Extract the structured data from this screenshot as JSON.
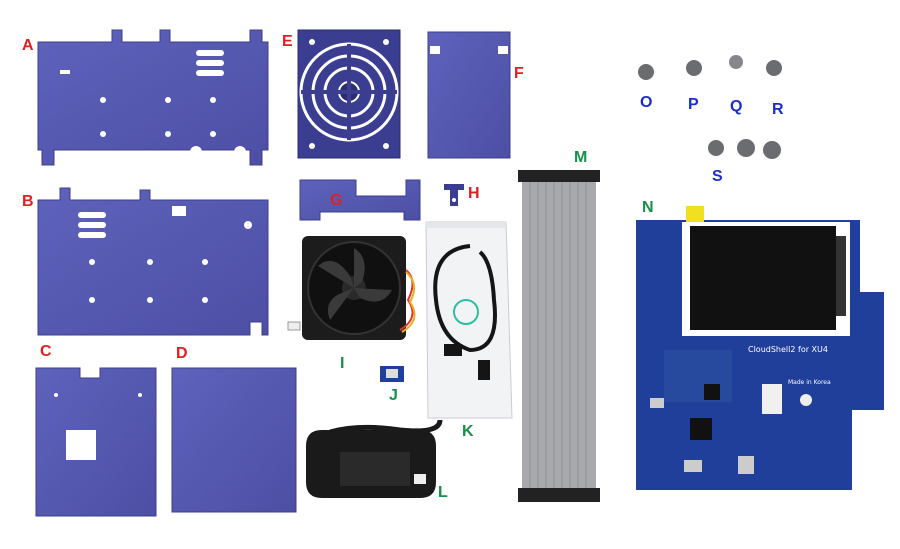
{
  "colors": {
    "acrylic": "#5558b0",
    "acrylic_dark": "#3c3f8c",
    "pcb": "#1f3f9a",
    "label_red": "#e02020",
    "label_blue": "#1a2ec8",
    "label_green": "#159048"
  },
  "labels": {
    "A": "A",
    "B": "B",
    "C": "C",
    "D": "D",
    "E": "E",
    "F": "F",
    "G": "G",
    "H": "H",
    "I": "I",
    "J": "J",
    "K": "K",
    "L": "L",
    "M": "M",
    "N": "N",
    "O": "O",
    "P": "P",
    "Q": "Q",
    "R": "R",
    "S": "S"
  },
  "pcb": {
    "title": "CloudShell2 for XU4",
    "made_in": "Made in Korea"
  }
}
